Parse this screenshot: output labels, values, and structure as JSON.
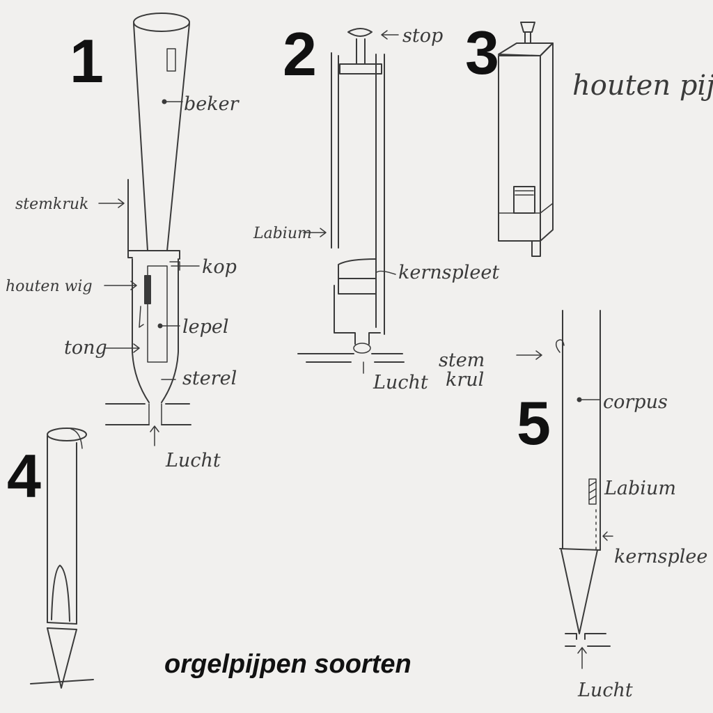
{
  "pipe1": {
    "number": "1",
    "labels": {
      "beker": "beker",
      "stemkruk": "stemkruk",
      "kop": "kop",
      "houten_wig": "houten wig",
      "lepel": "lepel",
      "tong": "tong",
      "sterel": "sterel",
      "lucht": "Lucht"
    }
  },
  "pipe2": {
    "number": "2",
    "labels": {
      "stop": "stop",
      "labium": "Labium",
      "kernspleet": "kernspleet",
      "lucht": "Lucht"
    }
  },
  "pipe3": {
    "number": "3",
    "labels": {
      "title": "houten pijp"
    }
  },
  "pipe4": {
    "number": "4"
  },
  "pipe5": {
    "number": "5",
    "labels": {
      "stem_line1": "stem",
      "stem_line2": "krul",
      "corpus": "corpus",
      "labium": "Labium",
      "kernspleet": "kernsplee",
      "lucht": "Lucht"
    }
  },
  "caption": "orgelpijpen soorten"
}
